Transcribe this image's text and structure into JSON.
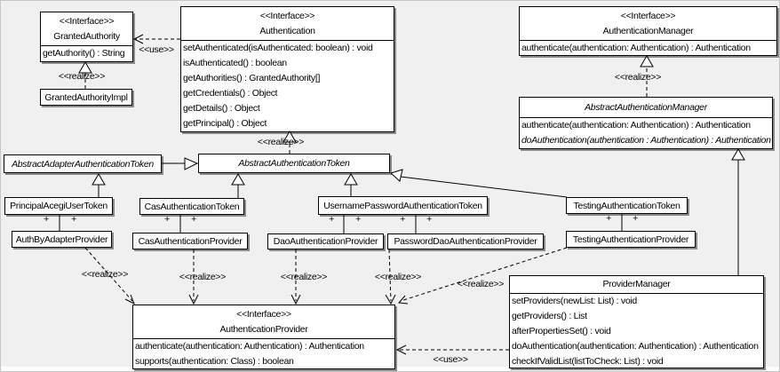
{
  "labels": {
    "use": "<<use>>",
    "realize": "<<realize>>",
    "plus": "+"
  },
  "colors": {
    "background": "#f0f0f0",
    "box_fill": "#ffffff",
    "line": "#000000",
    "shadow": "#8a8a8a"
  },
  "classes": {
    "granted_authority": {
      "stereotype": "<<Interface>>",
      "name": "GrantedAuthority",
      "methods": [
        "getAuthority() : String"
      ]
    },
    "granted_authority_impl": {
      "name": "GrantedAuthorityImpl"
    },
    "authentication": {
      "stereotype": "<<Interface>>",
      "name": "Authentication",
      "methods": [
        "setAuthenticated(isAuthenticated: boolean) : void",
        "isAuthenticated() : boolean",
        "getAuthorities() : GrantedAuthority[]",
        "getCredentials() : Object",
        "getDetails() : Object",
        "getPrincipal() : Object"
      ]
    },
    "authentication_manager": {
      "stereotype": "<<Interface>>",
      "name": "AuthenticationManager",
      "methods": [
        "authenticate(authentication: Authentication) : Authentication"
      ]
    },
    "abstract_authentication_manager": {
      "name": "AbstractAuthenticationManager",
      "methods": [
        "authenticate(authentication: Authentication) : Authentication",
        "doAuthentication(authentication : Authentication) : Authentication"
      ]
    },
    "abstract_adapter_authentication_token": {
      "name": "AbstractAdapterAuthenticationToken"
    },
    "abstract_authentication_token": {
      "name": "AbstractAuthenticationToken"
    },
    "principal_acegi_user_token": {
      "name": "PrincipalAcegiUserToken"
    },
    "cas_authentication_token": {
      "name": "CasAuthenticationToken"
    },
    "username_password_authentication_token": {
      "name": "UsernamePasswordAuthenticationToken"
    },
    "testing_authentication_token": {
      "name": "TestingAuthenticationToken"
    },
    "auth_by_adapter_provider": {
      "name": "AuthByAdapterProvider"
    },
    "cas_authentication_provider": {
      "name": "CasAuthenticationProvider"
    },
    "dao_authentication_provider": {
      "name": "DaoAuthenticationProvider"
    },
    "password_dao_authentication_provider": {
      "name": "PasswordDaoAuthenticationProvider"
    },
    "testing_authentication_provider": {
      "name": "TestingAuthenticationProvider"
    },
    "authentication_provider": {
      "stereotype": "<<Interface>>",
      "name": "AuthenticationProvider",
      "methods": [
        "authenticate(authentication: Authentication) : Authentication",
        "supports(authentication: Class) : boolean"
      ]
    },
    "provider_manager": {
      "name": "ProviderManager",
      "methods": [
        "setProviders(newList: List) : void",
        "getProviders() : List",
        "afterPropertiesSet() : void",
        "doAuthentication(authentication: Authentication) : Authentication",
        "checkIfValidList(listToCheck: List) : void"
      ]
    }
  }
}
